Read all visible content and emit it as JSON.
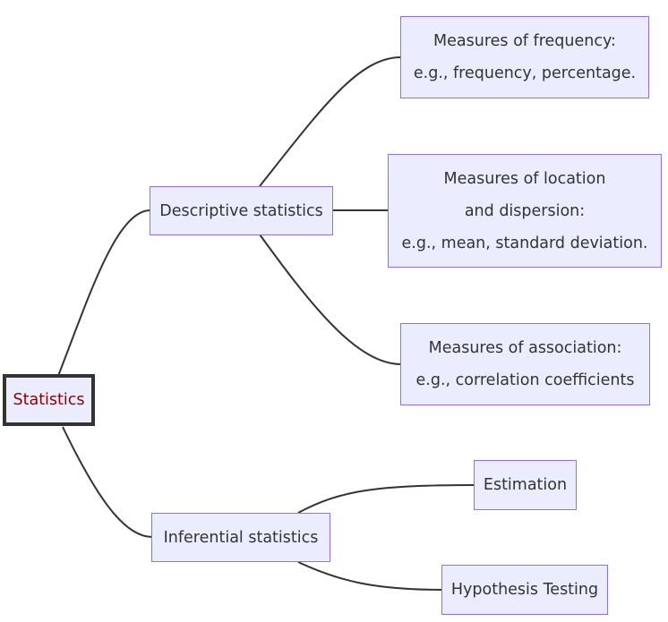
{
  "root": {
    "label": "Statistics"
  },
  "branches": [
    {
      "label": "Descriptive statistics",
      "children": [
        {
          "lines": [
            "Measures of frequency:",
            "e.g., frequency, percentage."
          ]
        },
        {
          "lines": [
            "Measures of location",
            "and dispersion:",
            "e.g., mean, standard deviation."
          ]
        },
        {
          "lines": [
            "Measures of association:",
            "e.g., correlation coefficients"
          ]
        }
      ]
    },
    {
      "label": "Inferential statistics",
      "children": [
        {
          "lines": [
            "Estimation"
          ]
        },
        {
          "lines": [
            "Hypothesis Testing"
          ]
        }
      ]
    }
  ]
}
